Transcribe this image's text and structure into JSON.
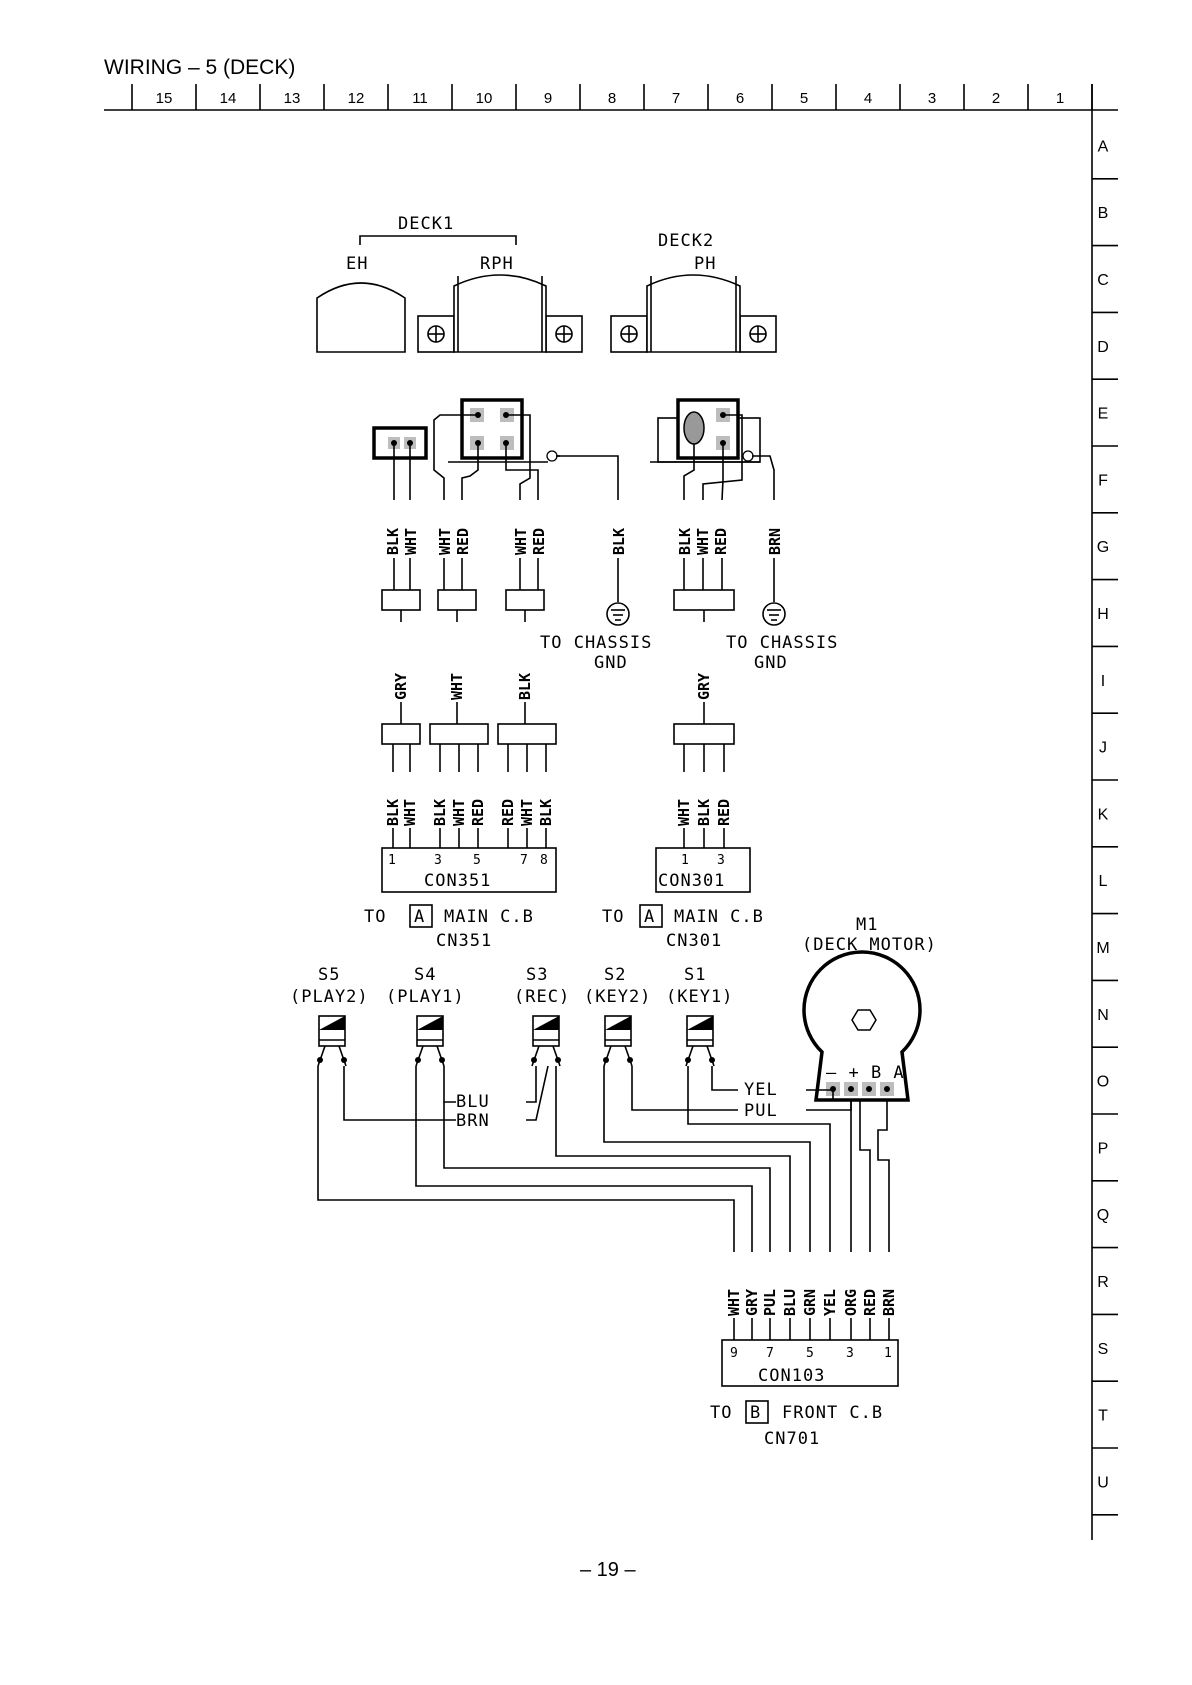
{
  "page": {
    "title": "WIRING – 5 (DECK)",
    "page_number": "– 19 –"
  },
  "grid": {
    "columns": [
      "15",
      "14",
      "13",
      "12",
      "11",
      "10",
      "9",
      "8",
      "7",
      "6",
      "5",
      "4",
      "3",
      "2",
      "1"
    ],
    "rows": [
      "A",
      "B",
      "C",
      "D",
      "E",
      "F",
      "G",
      "H",
      "I",
      "J",
      "K",
      "L",
      "M",
      "N",
      "O",
      "P",
      "Q",
      "R",
      "S",
      "T",
      "U"
    ]
  },
  "heads": {
    "deck1": "DECK1",
    "eh": "EH",
    "rph": "RPH",
    "deck2": "DECK2",
    "ph": "PH"
  },
  "wires": {
    "j1": [
      "BLK",
      "WHT"
    ],
    "j2": [
      "WHT",
      "RED"
    ],
    "j3": [
      "WHT",
      "RED"
    ],
    "j4": "BLK",
    "j5": [
      "BLK",
      "WHT",
      "RED"
    ],
    "j6": "BRN",
    "m1": "GRY",
    "m2": "WHT",
    "m3": "BLK",
    "m4": "GRY",
    "c351": [
      "BLK",
      "WHT",
      "BLK",
      "WHT",
      "RED",
      "RED",
      "WHT",
      "BLK"
    ],
    "c301": [
      "WHT",
      "BLK",
      "RED"
    ],
    "c103": [
      "WHT",
      "GRY",
      "PUL",
      "BLU",
      "GRN",
      "YEL",
      "ORG",
      "RED",
      "BRN"
    ],
    "sw_blu": "BLU",
    "sw_brn": "BRN",
    "m_yel": "YEL",
    "m_pul": "PUL"
  },
  "gnd": {
    "gnd1_line1": "TO CHASSIS",
    "gnd1_line2": "GND",
    "gnd2_line1": "TO CHASSIS",
    "gnd2_line2": "GND"
  },
  "connectors": {
    "con351": {
      "label": "CON351",
      "pins": [
        "1",
        "3",
        "5",
        "7",
        "8"
      ],
      "to_prefix": "TO",
      "board_letter": "A",
      "board": "MAIN C.B",
      "ref": "CN351"
    },
    "con301": {
      "label": "CON301",
      "pins": [
        "1",
        "3"
      ],
      "to_prefix": "TO",
      "board_letter": "A",
      "board": "MAIN C.B",
      "ref": "CN301"
    },
    "con103": {
      "label": "CON103",
      "pins": [
        "9",
        "7",
        "5",
        "3",
        "1"
      ],
      "to_prefix": "TO",
      "board_letter": "B",
      "board": "FRONT C.B",
      "ref": "CN701"
    }
  },
  "switches": [
    {
      "id": "S5",
      "desc": "(PLAY2)"
    },
    {
      "id": "S4",
      "desc": "(PLAY1)"
    },
    {
      "id": "S3",
      "desc": "(REC)"
    },
    {
      "id": "S2",
      "desc": "(KEY2)"
    },
    {
      "id": "S1",
      "desc": "(KEY1)"
    }
  ],
  "motor": {
    "id": "M1",
    "desc": "(DECK MOTOR)",
    "terminals": "– + B A"
  }
}
